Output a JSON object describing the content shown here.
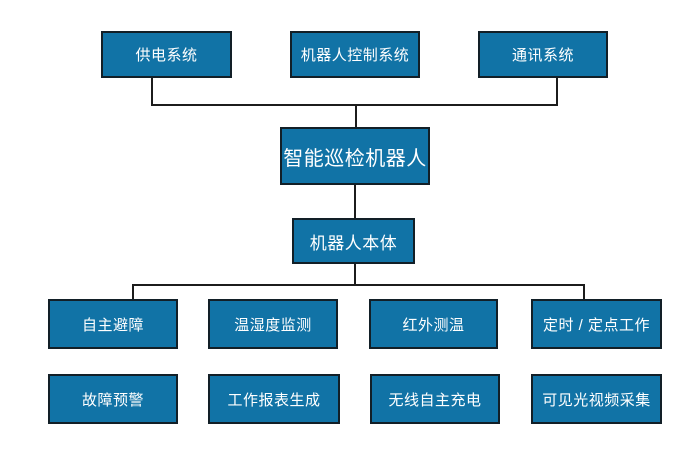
{
  "diagram": {
    "type": "hierarchy-flowchart",
    "colors": {
      "background": "#ffffff",
      "node_fill": "#1173a6",
      "node_border": "#121f27",
      "node_text": "#ffffff",
      "connector": "#1c1c1c"
    },
    "level1": [
      {
        "id": "power",
        "label": "供电系统"
      },
      {
        "id": "control",
        "label": "机器人控制系统"
      },
      {
        "id": "comm",
        "label": "通讯系统"
      }
    ],
    "level2": {
      "id": "robot",
      "label": "智能巡检机器人"
    },
    "level3": {
      "id": "body",
      "label": "机器人本体"
    },
    "level4": [
      {
        "id": "obstacle",
        "label": "自主避障"
      },
      {
        "id": "temp",
        "label": "温湿度监测"
      },
      {
        "id": "infrared",
        "label": "红外测温"
      },
      {
        "id": "timed",
        "label": "定时 / 定点工作"
      }
    ],
    "level5": [
      {
        "id": "fault",
        "label": "故障预警"
      },
      {
        "id": "report",
        "label": "工作报表生成"
      },
      {
        "id": "charge",
        "label": "无线自主充电"
      },
      {
        "id": "video",
        "label": "可见光视频采集"
      }
    ]
  }
}
